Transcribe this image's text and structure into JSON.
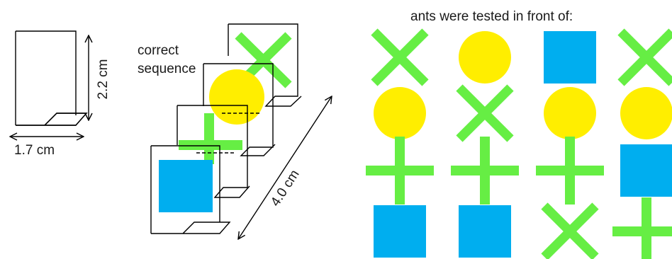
{
  "colors": {
    "green": "#66ee44",
    "yellow": "#ffee00",
    "blue": "#00aeef",
    "line": "#000000"
  },
  "labels": {
    "height": "2.2 cm",
    "width": "1.7 cm",
    "correct_line1": "correct",
    "correct_line2": "sequence",
    "length": "4.0 cm",
    "grid_title": "ants were tested in front of:"
  },
  "sequence": {
    "shapes": [
      "blue-square",
      "green-plus",
      "yellow-circle",
      "green-x"
    ]
  },
  "test_grid": {
    "rows": [
      [
        "green-x",
        "yellow-circle",
        "blue-square",
        "green-x"
      ],
      [
        "yellow-circle",
        "green-x",
        "yellow-circle",
        "yellow-circle"
      ],
      [
        "green-plus",
        "green-plus",
        "green-plus",
        "blue-square"
      ],
      [
        "blue-square",
        "blue-square",
        "green-x",
        "green-plus"
      ]
    ]
  }
}
